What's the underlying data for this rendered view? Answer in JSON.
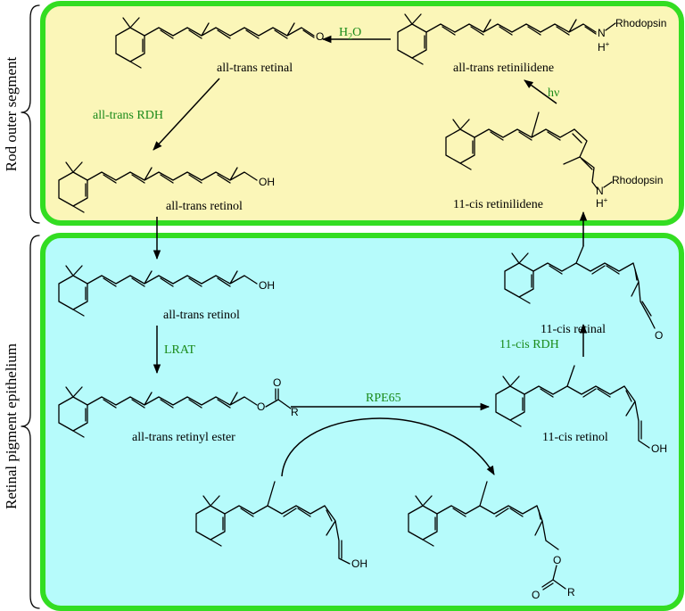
{
  "regions": {
    "rod_outer_segment": "Rod outer segment",
    "rpe": "Retinal pigment epithelium"
  },
  "colors": {
    "border": "#33dd22",
    "rod_fill": "#fbf6b8",
    "rpe_fill": "#b6fbfb",
    "enzyme": "#1a8a1a"
  },
  "molecules": {
    "atretinal": "all-trans retinal",
    "atretinilidene": "all-trans retinilidene",
    "atretinol_top": "all-trans retinol",
    "cisretinilidene": "11-cis retinilidene",
    "atretinol_bot": "all-trans retinol",
    "ester": "all-trans retinyl ester",
    "cisretinal": "11-cis retinal",
    "cisretinol": "11-cis retinol"
  },
  "atoms": {
    "O": "O",
    "OH": "OH",
    "N": "N",
    "H_plus": "H",
    "plus": "+",
    "rhodopsin": "Rhodopsin",
    "R": "R"
  },
  "enzymes": {
    "water": "H",
    "water_sub": "2",
    "water_o": "O",
    "light": "hν",
    "at_rdh": "all-trans RDH",
    "lrat": "LRAT",
    "rpe65": "RPE65",
    "cis_rdh": "11-cis RDH"
  }
}
